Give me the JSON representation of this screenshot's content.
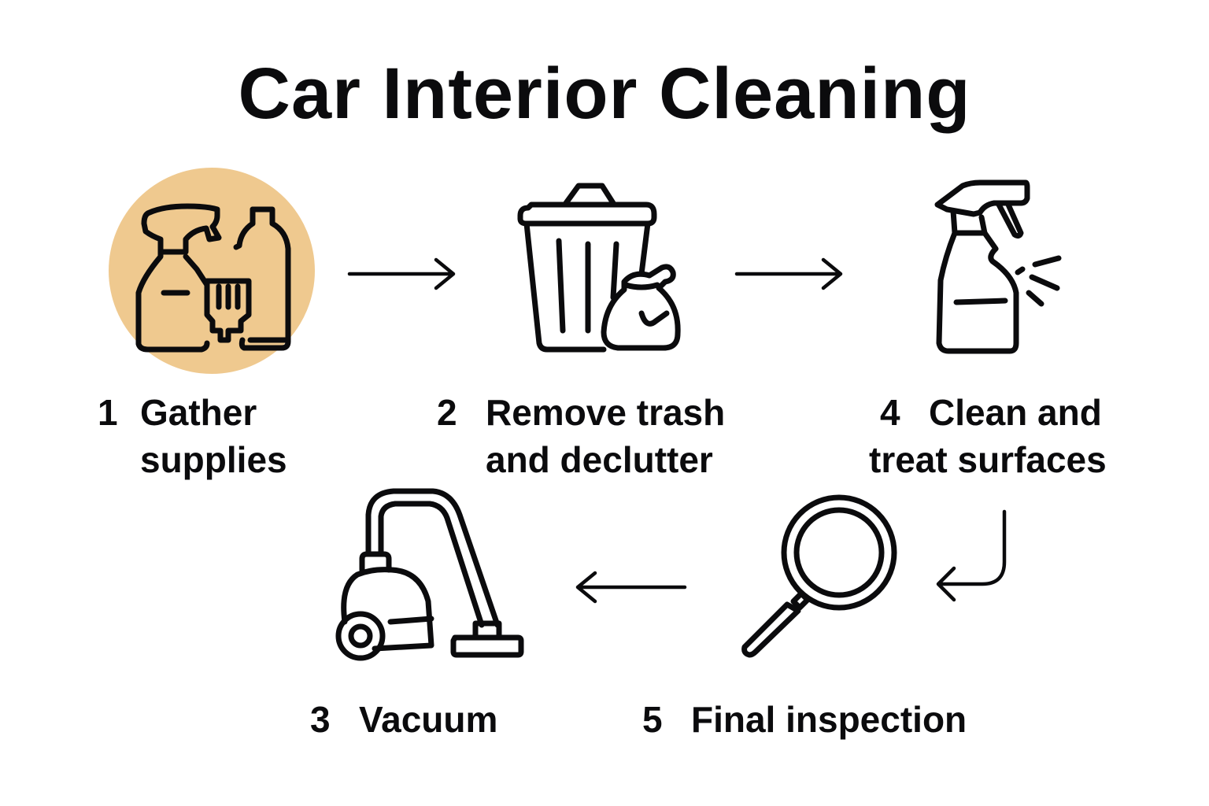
{
  "title": "Car Interior Cleaning",
  "colors": {
    "highlight_circle": "#EFC98F",
    "stroke": "#0B0B0D",
    "background": "#FFFFFF"
  },
  "steps": [
    {
      "number": "1",
      "line1": "Gather",
      "line2": "supplies",
      "icon": "cleaning-supplies-icon",
      "highlighted": true
    },
    {
      "number": "2",
      "line1": "Remove trash",
      "line2": "and declutter",
      "icon": "trash-can-icon",
      "highlighted": false
    },
    {
      "number": "3",
      "line1": "Vacuum",
      "line2": "",
      "icon": "vacuum-cleaner-icon",
      "highlighted": false
    },
    {
      "number": "4",
      "line1": "Clean and",
      "line2": "treat surfaces",
      "icon": "spray-bottle-icon",
      "highlighted": false
    },
    {
      "number": "5",
      "line1": "Final inspection",
      "line2": "",
      "icon": "magnifying-glass-icon",
      "highlighted": false
    }
  ],
  "flow": [
    {
      "from": "1",
      "to": "2",
      "direction": "right"
    },
    {
      "from": "2",
      "to": "4",
      "direction": "right"
    },
    {
      "from": "4",
      "to": "5",
      "direction": "down-left"
    },
    {
      "from": "5",
      "to": "3",
      "direction": "left"
    }
  ]
}
